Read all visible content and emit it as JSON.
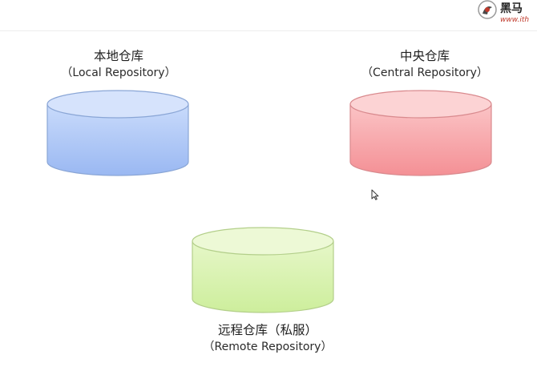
{
  "brand": {
    "name": "黑马",
    "url": "www.ith"
  },
  "repositories": {
    "local": {
      "name_cn": "本地仓库",
      "name_en": "（Local Repository）",
      "color": "#a9c4f5"
    },
    "central": {
      "name_cn": "中央仓库",
      "name_en": "（Central Repository）",
      "color": "#f7a3a6"
    },
    "remote": {
      "name_cn": "远程仓库（私服）",
      "name_en": "（Remote Repository）",
      "color": "#d9f2b0"
    }
  }
}
